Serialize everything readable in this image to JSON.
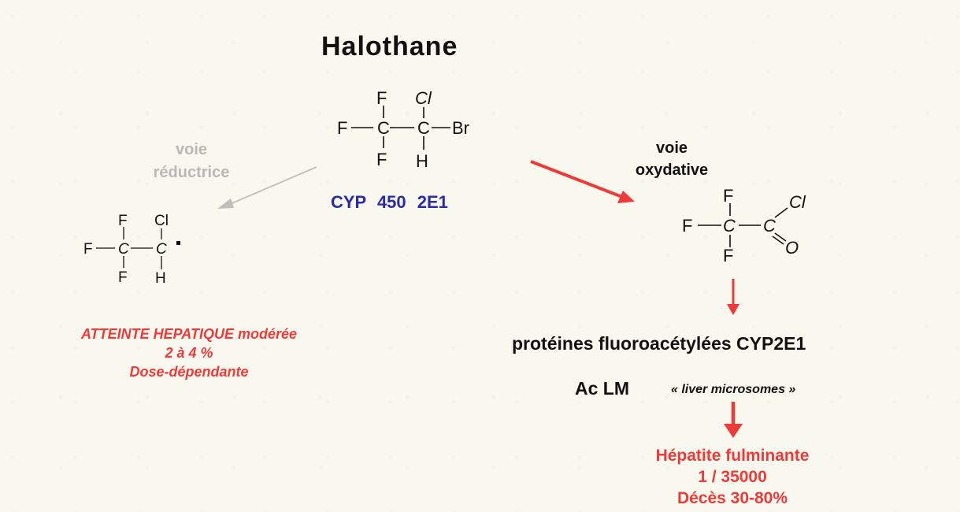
{
  "slide": {
    "title": "Halothane",
    "enzyme": "CYP 450 2E1",
    "reductive_pathway": {
      "line1": "voie",
      "line2": "réductrice"
    },
    "oxidative_pathway": {
      "line1": "voie",
      "line2": "oxydative"
    },
    "hepatic_mild": {
      "line1": "ATTEINTE HEPATIQUE modérée",
      "line2": "2 à 4 %",
      "line3": "Dose-dépendante"
    },
    "proteins": "protéines fluoroacétylées CYP2E1",
    "antibody": {
      "label": "Ac LM",
      "note": "« liver microsomes »"
    },
    "hepatic_severe": {
      "line1": "Hépatite fulminante",
      "line2": "1 / 35000",
      "line3": "Décès 30-80%"
    }
  },
  "molecules": {
    "halothane": {
      "atoms": [
        "F",
        "F",
        "F",
        "C",
        "C",
        "Cl",
        "Br",
        "H"
      ]
    },
    "radical": {
      "atoms": [
        "F",
        "F",
        "F",
        "C",
        "C",
        "Cl",
        "H"
      ]
    },
    "acyl_chloride": {
      "atoms": [
        "F",
        "F",
        "F",
        "C",
        "C",
        "Cl",
        "O"
      ]
    }
  },
  "colors": {
    "title": "#111111",
    "enzyme": "#2b2ba8",
    "reductive": "#b8b8b8",
    "hepatic": "#f03a3a",
    "arrow_red": "#f03a3a",
    "arrow_grey": "#bdbdbd",
    "background": "#f8f8ee"
  }
}
